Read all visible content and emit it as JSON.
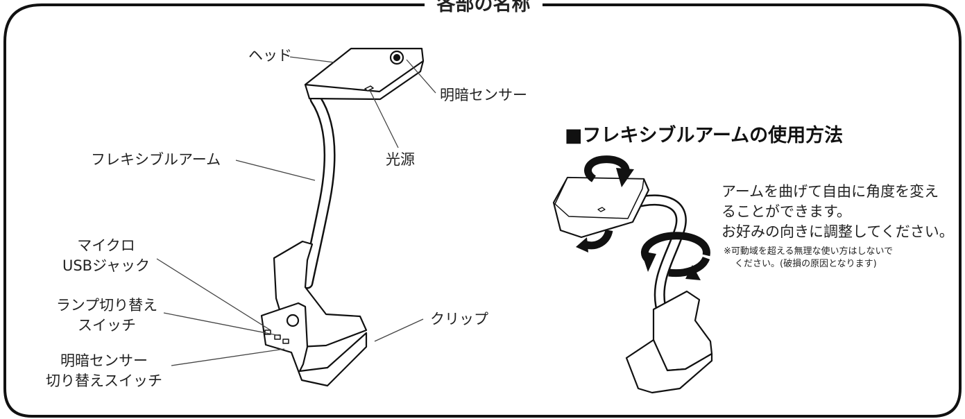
{
  "title": "各部の名称",
  "labels": {
    "head": "ヘッド",
    "light_sensor": "明暗センサー",
    "light_source": "光源",
    "flexible_arm": "フレキシブルアーム",
    "micro_usb_line1": "マイクロ",
    "micro_usb_line2": "USBジャック",
    "lamp_switch_line1": "ランプ切り替え",
    "lamp_switch_line2": "スイッチ",
    "sensor_switch_line1": "明暗センサー",
    "sensor_switch_line2": "切り替えスイッチ",
    "clip": "クリップ"
  },
  "usage": {
    "heading": "■フレキシブルアームの使用方法",
    "text_line1": "アームを曲げて自由に角度を変え",
    "text_line2": "ることができます。",
    "text_line3": "お好みの向きに調整してください。",
    "note_line1": "※可動域を超える無理な使い方はしないで",
    "note_line2": "ください。(破損の原因となります)"
  }
}
